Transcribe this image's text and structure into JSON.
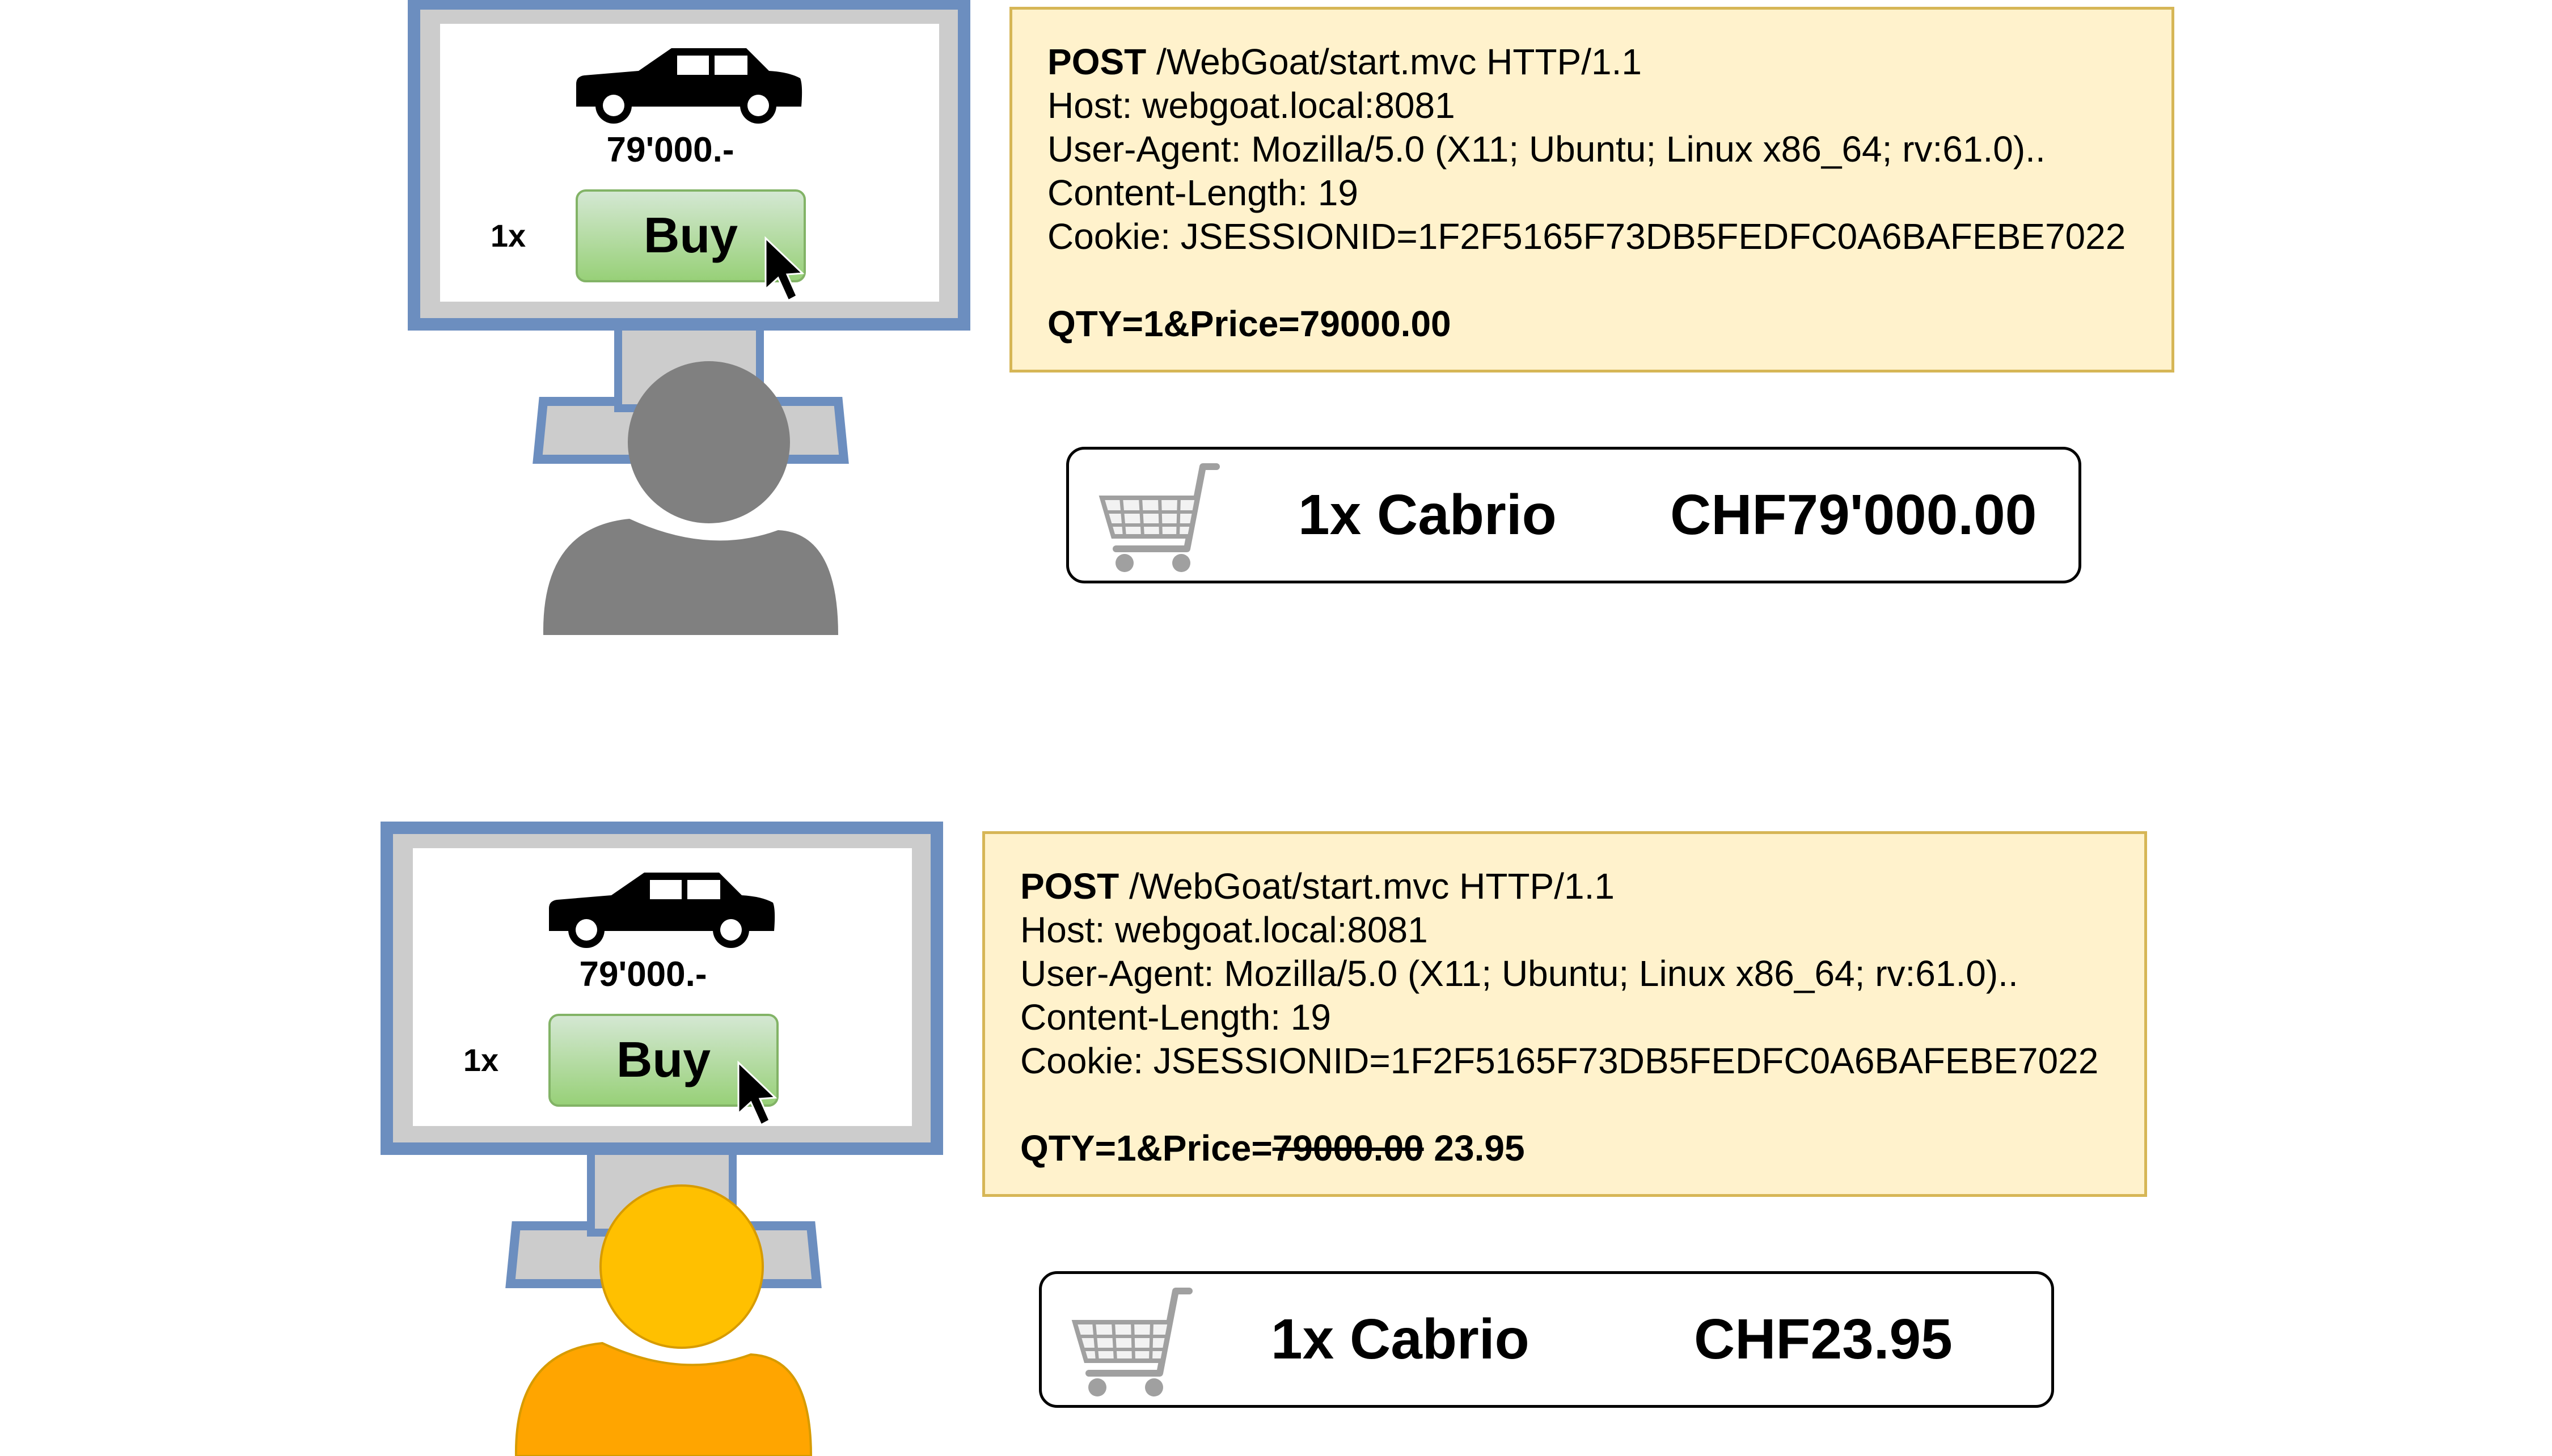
{
  "scenarios": [
    {
      "screen": {
        "price": "79'000.-",
        "quantity": "1x",
        "buy_label": "Buy"
      },
      "request": {
        "method": "POST",
        "path": " /WebGoat/start.mvc HTTP/1.1",
        "host": "Host: webgoat.local:8081",
        "user_agent": "User-Agent: Mozilla/5.0 (X11; Ubuntu; Linux x86_64; rv:61.0)..",
        "content_length": "Content-Length: 19",
        "cookie": "Cookie: JSESSIONID=1F2F5165F73DB5FEDFC0A6BAFEBE7022",
        "body": "QTY=1&Price=79000.00"
      },
      "cart": {
        "item": "1x Cabrio",
        "price": "CHF79'000.00"
      },
      "user_color": "#808080"
    },
    {
      "screen": {
        "price": "79'000.-",
        "quantity": "1x",
        "buy_label": "Buy"
      },
      "request": {
        "method": "POST",
        "path": " /WebGoat/start.mvc HTTP/1.1",
        "host": "Host: webgoat.local:8081",
        "user_agent": "User-Agent: Mozilla/5.0 (X11; Ubuntu; Linux x86_64; rv:61.0)..",
        "content_length": "Content-Length: 19",
        "cookie": "Cookie: JSESSIONID=1F2F5165F73DB5FEDFC0A6BAFEBE7022",
        "body_prefix": "QTY=1&Price=",
        "body_struck": "79000.00",
        "body_tampered": " 23.95"
      },
      "cart": {
        "item": "1x Cabrio",
        "price": "CHF23.95"
      },
      "user_color": "#ffb000"
    }
  ],
  "colors": {
    "monitor_frame": "#6c8ebf",
    "monitor_bezel": "#cccccc",
    "request_fill": "#fff2cc",
    "request_border": "#d6b656",
    "buy_button": "#97d077",
    "icon_gray": "#a0a0a0"
  },
  "icons": [
    "car-icon",
    "cursor-icon",
    "shopping-cart-icon",
    "user-icon",
    "monitor-icon"
  ]
}
